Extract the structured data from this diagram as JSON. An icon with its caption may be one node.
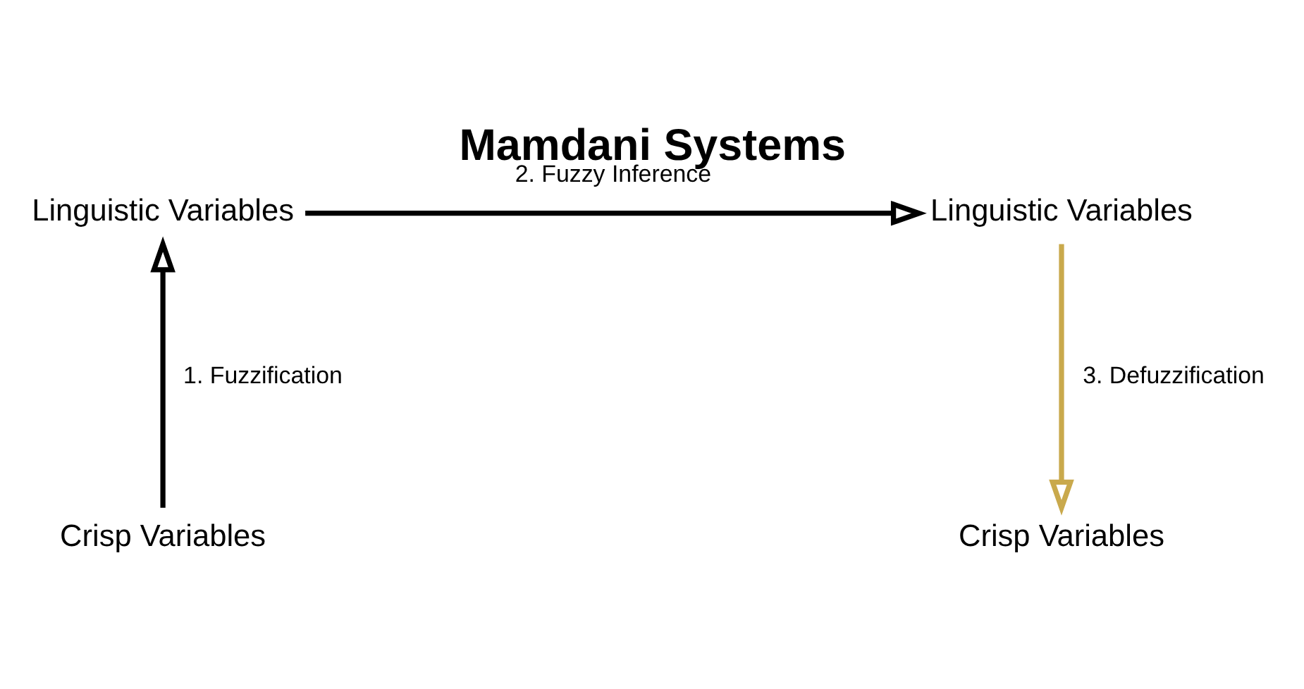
{
  "diagram": {
    "title": "Mamdani Systems",
    "nodes": [
      {
        "text": [
          "Linguistic Variables"
        ]
      },
      {
        "text": [
          "Linguistic Variables"
        ]
      },
      {
        "text": [
          "Crisp Variables"
        ]
      },
      {
        "text": [
          "Crisp Variables"
        ]
      }
    ],
    "edges": [
      {
        "from": 2,
        "to": 0,
        "arrow": "to",
        "label": "1. Fuzzification"
      },
      {
        "from": 0,
        "to": 1,
        "arrow": "to",
        "label": "2. Fuzzy Inference"
      },
      {
        "from": 1,
        "to": 3,
        "arrow": "to",
        "label": "3. Defuzzification",
        "color": "#c9a94c"
      }
    ]
  }
}
